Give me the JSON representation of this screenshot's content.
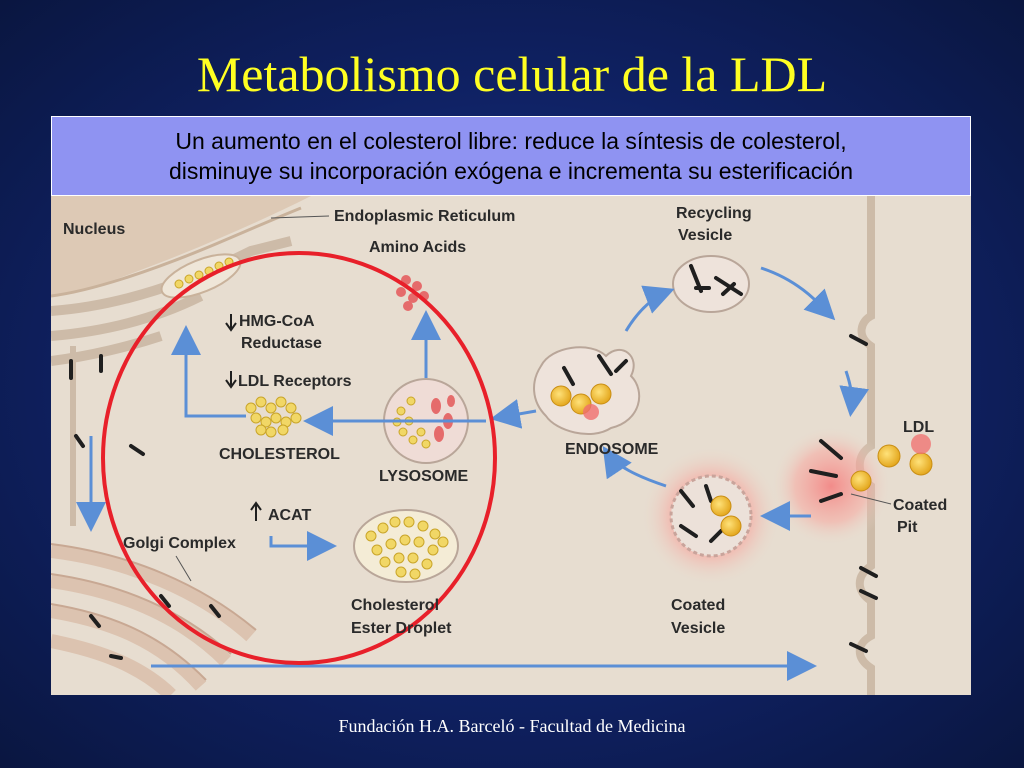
{
  "slide": {
    "title": "Metabolismo celular de la LDL",
    "subtitle_line1": "Un aumento en el colesterol libre: reduce la síntesis de colesterol,",
    "subtitle_line2": "disminuye su incorporación exógena e incrementa su esterificación",
    "footer": "Fundación H.A. Barceló - Facultad de Medicina"
  },
  "diagram": {
    "labels": {
      "nucleus": "Nucleus",
      "endoplasmic_reticulum": "Endoplasmic Reticulum",
      "amino_acids": "Amino Acids",
      "recycling_vesicle_1": "Recycling",
      "recycling_vesicle_2": "Vesicle",
      "hmg_coa_1": "HMG-CoA",
      "hmg_coa_2": "Reductase",
      "ldl_receptors": "LDL Receptors",
      "cholesterol": "CHOLESTEROL",
      "lysosome": "LYSOSOME",
      "endosome": "ENDOSOME",
      "ldl": "LDL",
      "acat": "ACAT",
      "coated_pit_1": "Coated",
      "coated_pit_2": "Pit",
      "golgi_complex": "Golgi Complex",
      "ester_droplet_1": "Cholesterol",
      "ester_droplet_2": "Ester Droplet",
      "coated_vesicle_1": "Coated",
      "coated_vesicle_2": "Vesicle"
    },
    "colors": {
      "highlight_circle": "#e8202a",
      "arrow": "#5b8fd6",
      "cytoplasm": "#e7ddd0",
      "membrane": "#d9ccc0"
    }
  }
}
